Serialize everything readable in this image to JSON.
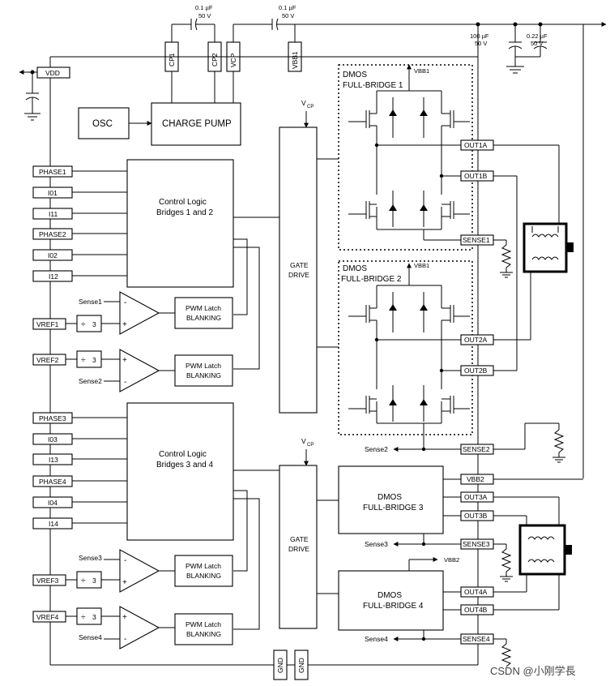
{
  "caps": {
    "c1_value": "0.1 µF",
    "c1_voltage": "50 V",
    "c2_value": "0.1 µF",
    "c2_voltage": "50 V",
    "c3_value": "100 µF",
    "c3_voltage": "50 V",
    "c4_value": "0.22 µF",
    "c4_voltage": "50 V"
  },
  "top_pins": {
    "vdd": "VDD",
    "cp1": "CP1",
    "cp2": "CP2",
    "vcp": "VCP",
    "vbb1": "VBB1"
  },
  "blocks": {
    "osc": "OSC",
    "charge_pump": "CHARGE PUMP",
    "control_logic_12_line1": "Control Logic",
    "control_logic_12_line2": "Bridges 1 and 2",
    "control_logic_34_line1": "Control Logic",
    "control_logic_34_line2": "Bridges 3 and 4",
    "gate_drive_line1": "GATE",
    "gate_drive_line2": "DRIVE",
    "vcp_label": "V",
    "vcp_sub": "CP",
    "pwm_line1": "PWM Latch",
    "pwm_line2": "BLANKING",
    "div3": "3",
    "dmos_fb1_line1": "DMOS",
    "dmos_fb1_line2": "FULL-BRIDGE 1",
    "dmos_fb2_line1": "DMOS",
    "dmos_fb2_line2": "FULL-BRIDGE 2",
    "dmos_fb3_line1": "DMOS",
    "dmos_fb3_line2": "FULL-BRIDGE 3",
    "dmos_fb4_line1": "DMOS",
    "dmos_fb4_line2": "FULL-BRIDGE 4",
    "vbb1_a": "VBB1",
    "vbb1_b": "VBB1",
    "vbb2_arrow": "VBB2"
  },
  "left_pins": {
    "phase1": "PHASE1",
    "i01": "I01",
    "i11": "I11",
    "phase2": "PHASE2",
    "i02": "I02",
    "i12": "I12",
    "vref1": "VREF1",
    "vref2": "VREF2",
    "phase3": "PHASE3",
    "i03": "I03",
    "i13": "I13",
    "phase4": "PHASE4",
    "i04": "I04",
    "i14": "I14",
    "vref3": "VREF3",
    "vref4": "VREF4"
  },
  "sense_labels": {
    "sense1": "Sense1",
    "sense2": "Sense2",
    "sense3": "Sense3",
    "sense4": "Sense4"
  },
  "right_pins": {
    "out1a": "OUT1A",
    "out1b": "OUT1B",
    "sense1": "SENSE1",
    "out2a": "OUT2A",
    "out2b": "OUT2B",
    "sense2": "SENSE2",
    "vbb2": "VBB2",
    "out3a": "OUT3A",
    "out3b": "OUT3B",
    "sense3": "SENSE3",
    "out4a": "OUT4A",
    "out4b": "OUT4B",
    "sense4": "SENSE4"
  },
  "bottom_pins": {
    "gnd1": "GND",
    "gnd2": "GND"
  },
  "opamp_signs": {
    "minus": "-",
    "plus": "+"
  },
  "watermark": "CSDN @小刚学長"
}
